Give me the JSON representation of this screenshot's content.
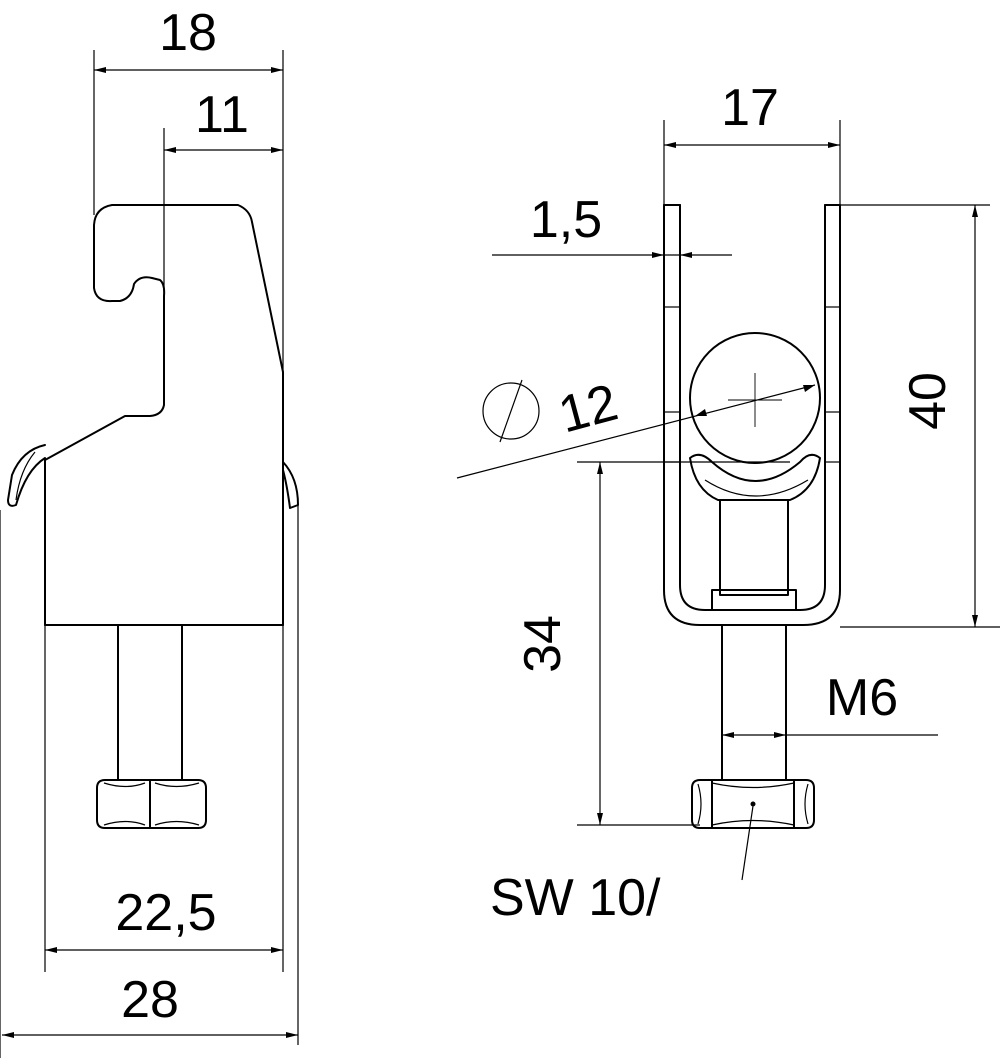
{
  "drawing": {
    "dimensions": {
      "width_top": "18",
      "hook_width": "11",
      "inner_span": "22,5",
      "overall_width": "28",
      "channel_width": "17",
      "wall_thickness": "1,5",
      "diameter_symbol": "⌀",
      "diameter": "12",
      "height": "40",
      "bolt_length": "34",
      "thread": "M6",
      "wrench_size": "SW 10/"
    }
  }
}
